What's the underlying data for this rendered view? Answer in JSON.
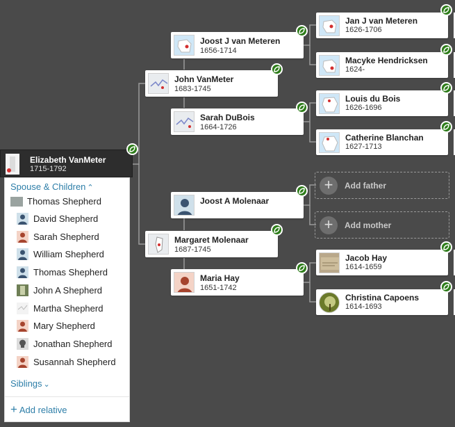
{
  "focus": {
    "name": "Elizabeth VanMeter",
    "dates": "1715-1792"
  },
  "gen1": {
    "father": {
      "name": "John VanMeter",
      "dates": "1683-1745"
    },
    "mother": {
      "name": "Margaret Molenaar",
      "dates": "1687-1745"
    }
  },
  "gen2": {
    "pf": {
      "name": "Joost J van Meteren",
      "dates": "1656-1714"
    },
    "pm": {
      "name": "Sarah DuBois",
      "dates": "1664-1726"
    },
    "mf": {
      "name": "Joost A Molenaar",
      "dates": ""
    },
    "mm": {
      "name": "Maria Hay",
      "dates": "1651-1742"
    }
  },
  "gen3": {
    "a": {
      "name": "Jan J van Meteren",
      "dates": "1626-1706"
    },
    "b": {
      "name": "Macyke Hendricksen",
      "dates": "1624-"
    },
    "c": {
      "name": "Louis du Bois",
      "dates": "1626-1696"
    },
    "d": {
      "name": "Catherine Blanchan",
      "dates": "1627-1713"
    },
    "e": {
      "name": "Jacob Hay",
      "dates": "1614-1659"
    },
    "f": {
      "name": "Christina Capoens",
      "dates": "1614-1693"
    }
  },
  "placeholders": {
    "add_father": "Add father",
    "add_mother": "Add mother"
  },
  "panel": {
    "spouse_children_label": "Spouse & Children",
    "spouse": "Thomas Shepherd",
    "children": [
      "David Shepherd",
      "Sarah Shepherd",
      "William Shepherd",
      "Thomas Shepherd",
      "John A Shepherd",
      "Martha Shepherd",
      "Mary Shepherd",
      "Jonathan Shepherd",
      "Susannah Shepherd"
    ],
    "siblings_label": "Siblings",
    "add_relative": "Add relative"
  },
  "colors": {
    "background": "#4a4a4a",
    "hint_green": "#2e7d1a",
    "link_blue": "#2d7ea8",
    "focus_bg": "#2d2d2d"
  }
}
